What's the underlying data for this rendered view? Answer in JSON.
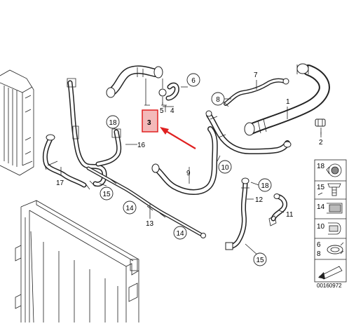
{
  "diagram": {
    "callouts": {
      "p1": "1",
      "p2": "2",
      "p3": "3",
      "p4": "4",
      "p5": "5",
      "p6": "6",
      "p7": "7",
      "p8": "8",
      "p9": "9",
      "p10": "10",
      "p11": "11",
      "p12": "12",
      "p13": "13",
      "p14a": "14",
      "p14b": "14",
      "p15a": "15",
      "p15b": "15",
      "p16": "16",
      "p17": "17",
      "p18a": "18",
      "p18b": "18"
    },
    "legend": {
      "items": [
        {
          "num": "18"
        },
        {
          "num": "15"
        },
        {
          "num": "14"
        },
        {
          "num": "10"
        },
        {
          "num": "6"
        },
        {
          "num": "8"
        }
      ]
    },
    "diagram_id": "00160972",
    "colors": {
      "highlight_border": "#e02020",
      "highlight_fill": "#f3b9b9",
      "arrow": "#e02020",
      "line": "#222222"
    }
  }
}
